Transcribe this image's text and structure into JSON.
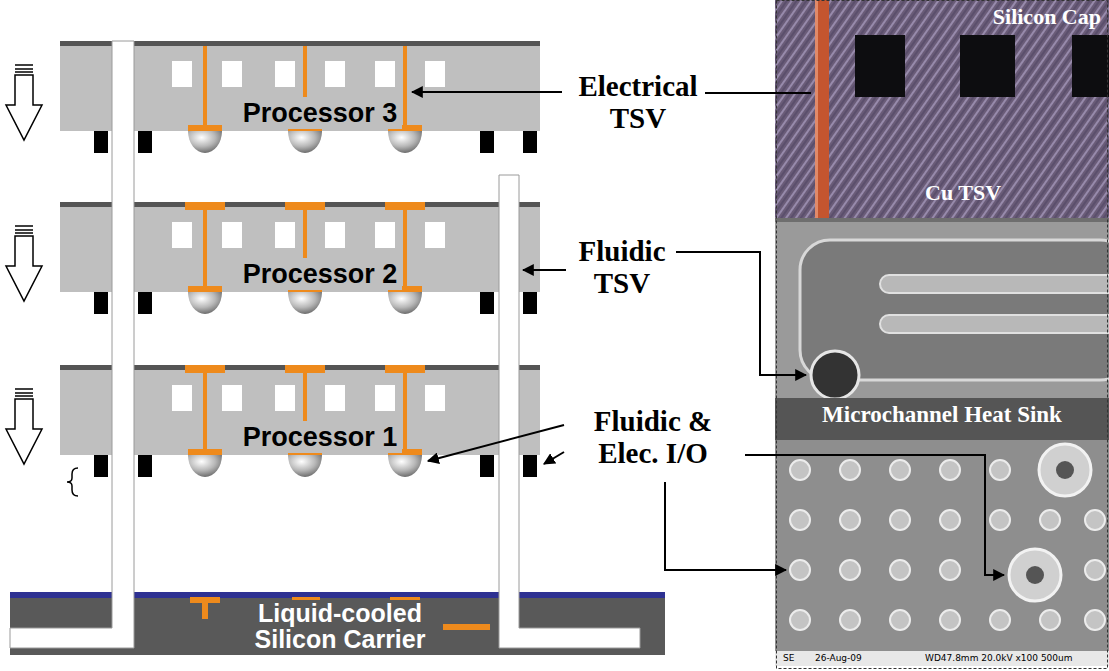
{
  "diagram": {
    "nodes": [
      {
        "text": [
          "Processor 3"
        ]
      },
      {
        "text": [
          "Processor 2"
        ]
      },
      {
        "text": [
          "Processor 1"
        ]
      },
      {
        "text": [
          "Liquid-cooled Silicon Carrier"
        ]
      },
      {
        "text": [
          "Silicon Cap",
          "Cu TSV"
        ]
      },
      {
        "text": [
          "Microchannel Heat Sink"
        ]
      },
      {
        "text": [
          "SE",
          "26-Aug-09",
          "WD47.8mm 20.0kV x100 500um"
        ]
      }
    ],
    "labels": [
      "Electrical TSV",
      "Fluidic TSV",
      "Fluidic & Elec. I/O"
    ]
  }
}
